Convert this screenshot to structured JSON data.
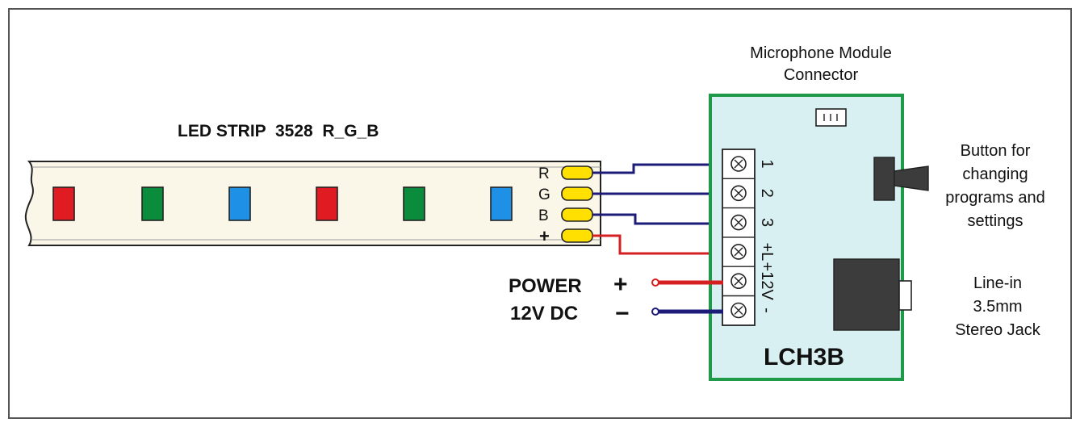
{
  "strip": {
    "title": "LED STRIP  3528  R_G_B",
    "pad_labels": [
      "R",
      "G",
      "B",
      "+"
    ],
    "led_colors": [
      "#e11b22",
      "#0a8c3c",
      "#1e90e6",
      "#e11b22",
      "#0a8c3c",
      "#1e90e6"
    ]
  },
  "module": {
    "name": "LCH3B",
    "mic_label_line1": "Microphone Module",
    "mic_label_line2": "Connector",
    "terminal_labels": [
      "1",
      "2",
      "3",
      "+L",
      "+12V",
      "-"
    ],
    "button_label": [
      "Button for",
      "changing",
      "programs and",
      "settings"
    ],
    "jack_label": [
      "Line-in",
      "3.5mm",
      "Stereo Jack"
    ]
  },
  "power": {
    "line1": "POWER",
    "line2": "12V DC",
    "plus": "+",
    "minus": "−"
  },
  "colors": {
    "board_fill": "#d8f0f2",
    "board_border": "#1f9a48",
    "pad_fill": "#ffe000",
    "wire_blue": "#1c1c78",
    "wire_red": "#d42020",
    "strip_fill": "#fbf7e8",
    "jack_fill": "#3c3c3c",
    "button_fill": "#3c3c3c"
  }
}
